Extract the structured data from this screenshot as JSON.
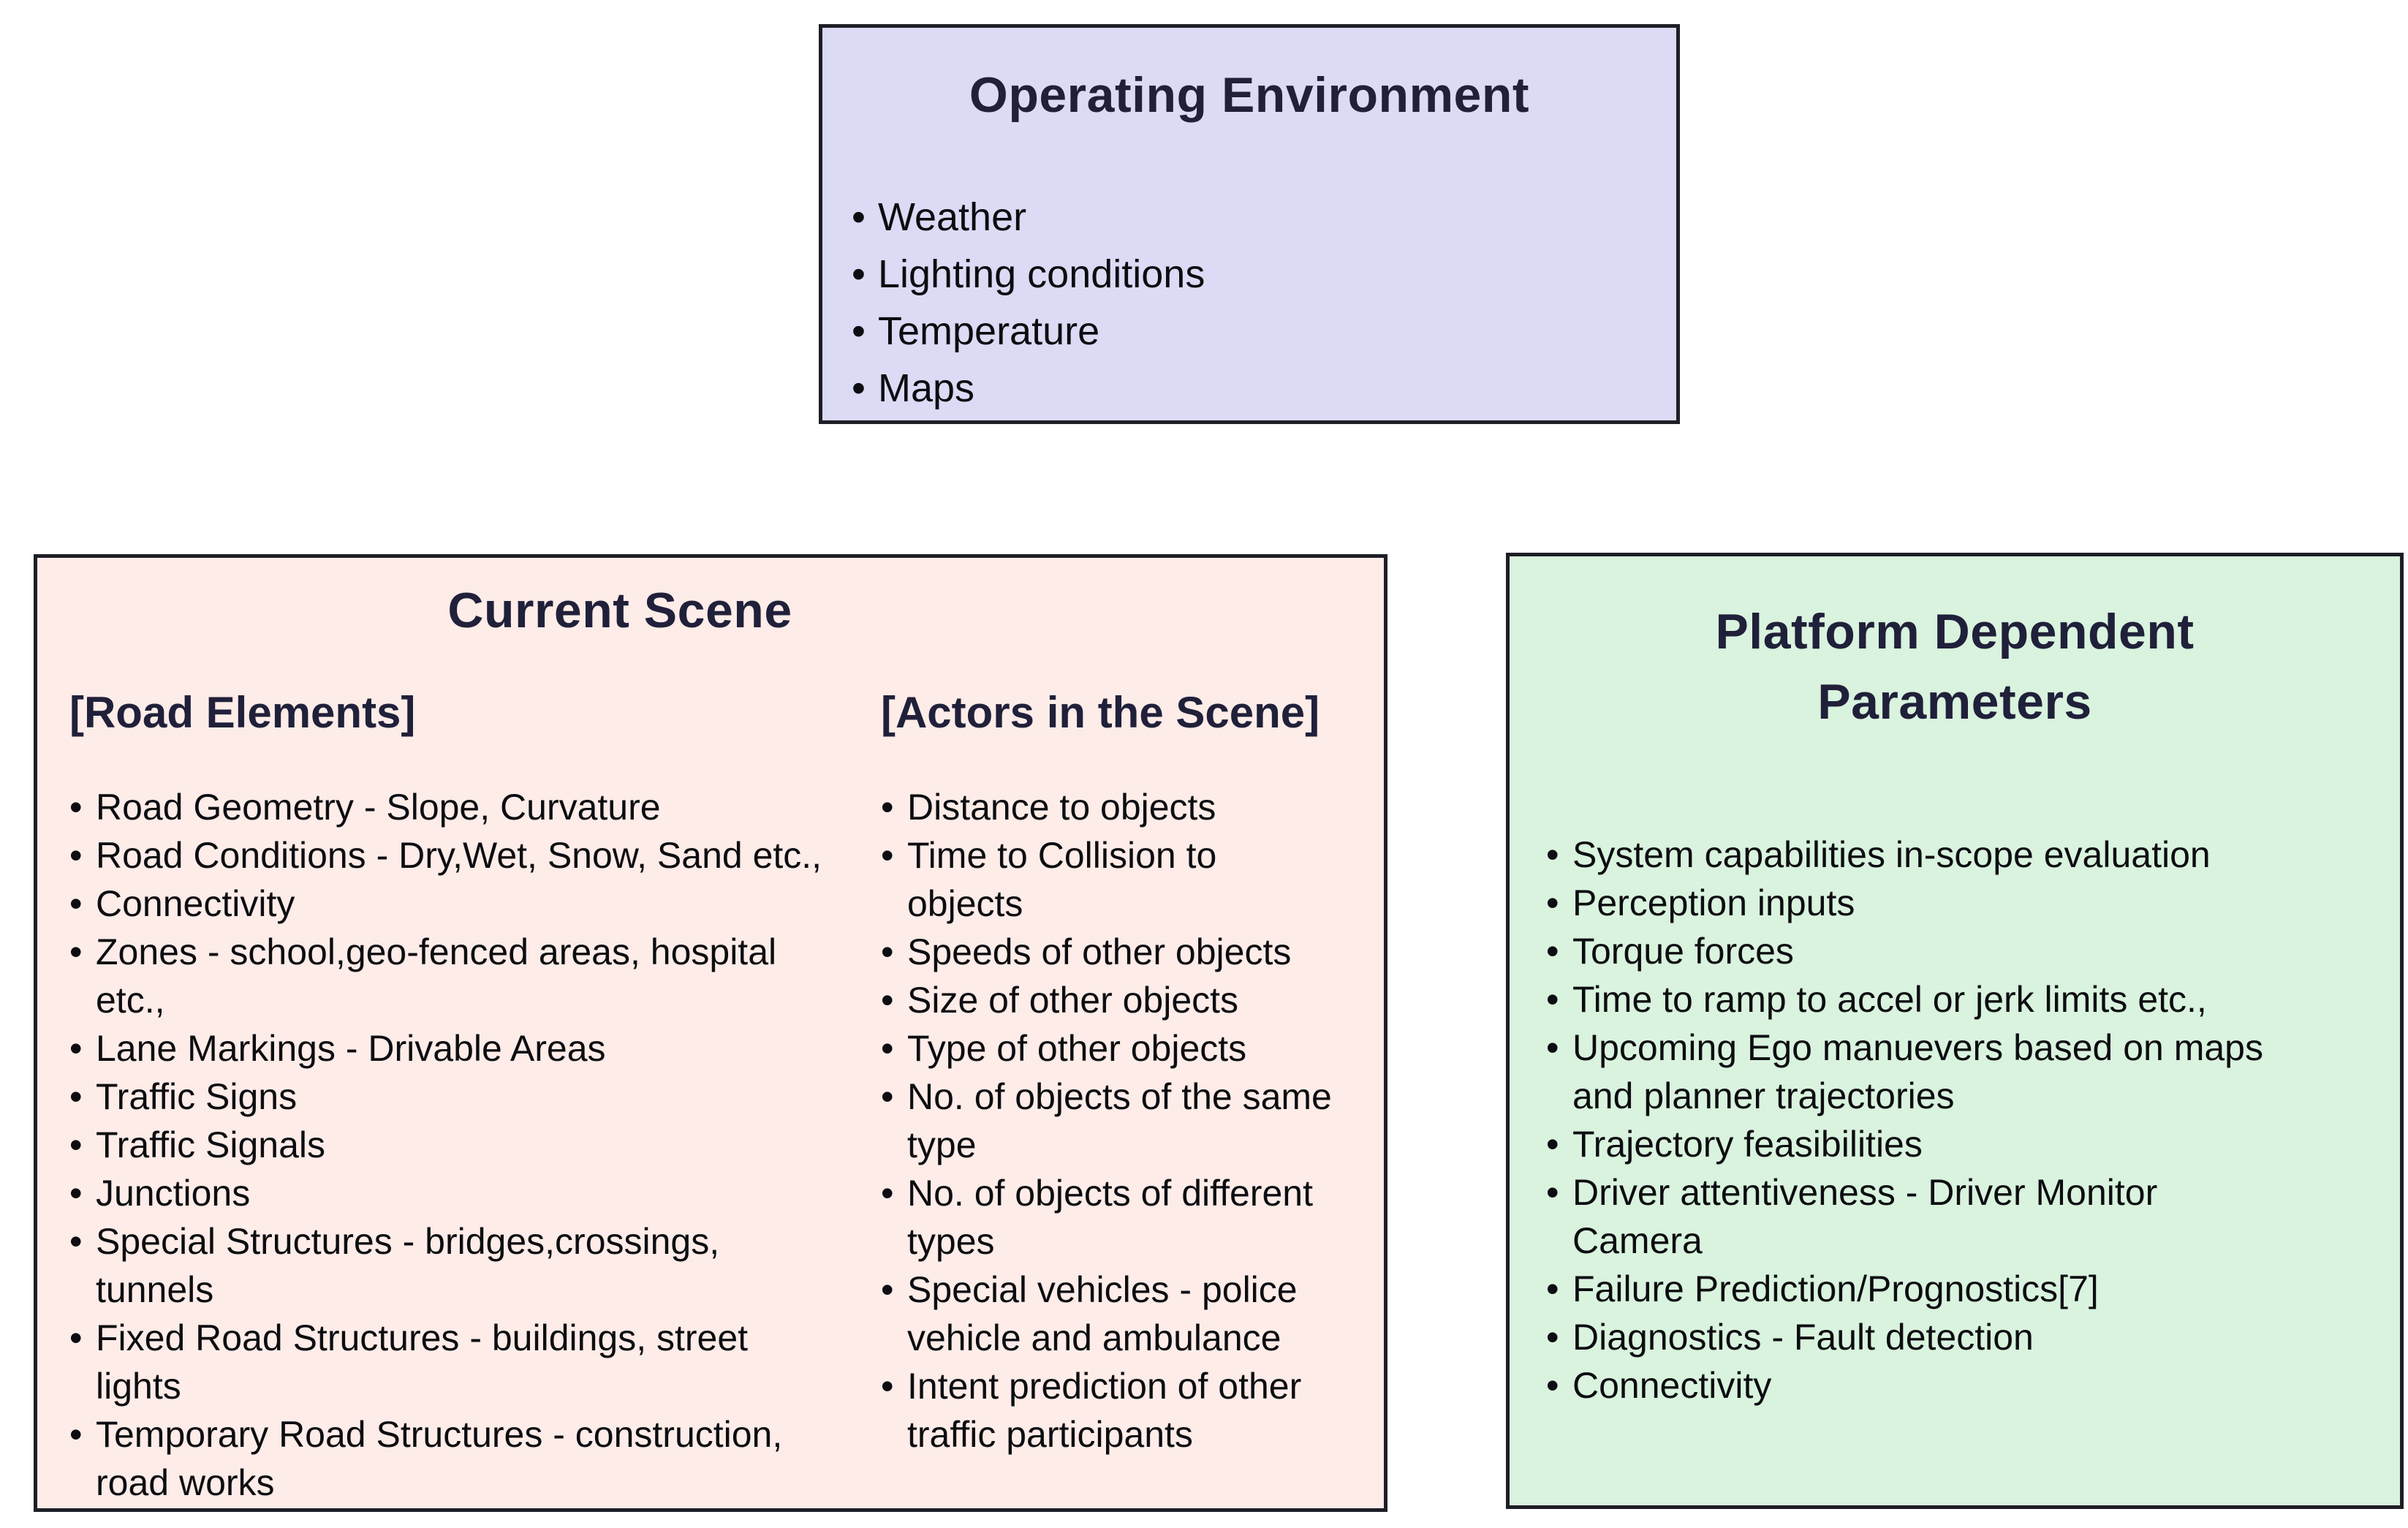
{
  "colors": {
    "env_bg": "#dbdbf5",
    "scene_bg": "#fdece8",
    "platform_bg": "#d9f3de",
    "border": "#1e1e26",
    "title": "#20203a",
    "body": "#0d0d11"
  },
  "boxes": {
    "env": {
      "title": "Operating Environment",
      "items": [
        "Weather",
        "Lighting conditions",
        "Temperature",
        "Maps"
      ]
    },
    "scene": {
      "title": "Current Scene",
      "road": {
        "header": "[Road Elements]",
        "items": [
          "Road Geometry - Slope, Curvature",
          "Road Conditions - Dry,Wet, Snow, Sand etc.,",
          "Connectivity",
          "Zones - school,geo-fenced areas, hospital\netc.,",
          "Lane Markings - Drivable Areas",
          "Traffic Signs",
          "Traffic Signals",
          "Junctions",
          "Special Structures - bridges,crossings,\ntunnels",
          "Fixed Road Structures - buildings, street\nlights",
          "Temporary Road Structures - construction,\nroad works"
        ]
      },
      "actors": {
        "header": "[Actors in the Scene]",
        "items": [
          "Distance to objects",
          "Time to Collision to\nobjects",
          "Speeds of other objects",
          "Size of other objects",
          "Type of other objects",
          "No. of objects of the same\ntype",
          "No. of objects of different\ntypes",
          "Special vehicles - police\nvehicle and ambulance",
          "Intent prediction of other\ntraffic participants"
        ]
      }
    },
    "platform": {
      "title": "Platform Dependent Parameters",
      "items": [
        "System capabilities in-scope evaluation",
        "Perception inputs",
        "Torque forces",
        "Time to ramp to accel or jerk limits etc.,",
        "Upcoming Ego manuevers based on maps\nand planner trajectories",
        "Trajectory feasibilities",
        "Driver attentiveness - Driver Monitor\nCamera",
        "Failure Prediction/Prognostics[7]",
        "Diagnostics - Fault detection",
        "Connectivity"
      ]
    }
  }
}
